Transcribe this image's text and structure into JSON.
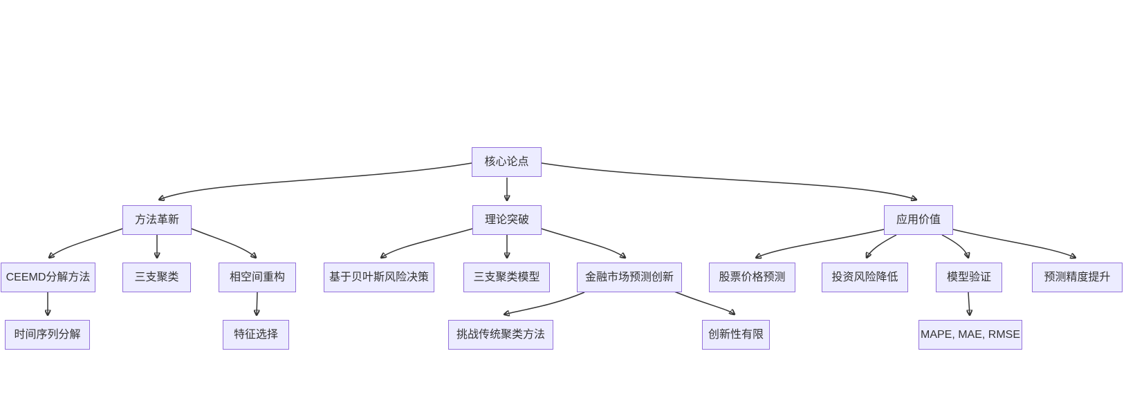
{
  "diagram": {
    "type": "flowchart",
    "direction": "top-down",
    "colors": {
      "background": "#ffffff",
      "node_fill": "#ECECFF",
      "node_border": "#9370DB",
      "edge_line": "#333333",
      "text": "#333333"
    },
    "nodes": [
      {
        "id": "core-thesis",
        "label": "核心论点",
        "level": 1
      },
      {
        "id": "method-innovation",
        "label": "方法革新",
        "level": 2
      },
      {
        "id": "theoretical-breakthrough",
        "label": "理论突破",
        "level": 2
      },
      {
        "id": "application-value",
        "label": "应用价值",
        "level": 2
      },
      {
        "id": "ceemd-decomposition",
        "label": "CEEMD分解方法",
        "level": 3
      },
      {
        "id": "three-way-clustering",
        "label": "三支聚类",
        "level": 3
      },
      {
        "id": "phase-space-reconstruction",
        "label": "相空间重构",
        "level": 3
      },
      {
        "id": "bayesian-risk-decision",
        "label": "基于贝叶斯风险决策",
        "level": 3
      },
      {
        "id": "three-way-clustering-model",
        "label": "三支聚类模型",
        "level": 3
      },
      {
        "id": "financial-market-forecast-innovation",
        "label": "金融市场预测创新",
        "level": 3
      },
      {
        "id": "stock-price-prediction",
        "label": "股票价格预测",
        "level": 3
      },
      {
        "id": "investment-risk-reduction",
        "label": "投资风险降低",
        "level": 3
      },
      {
        "id": "model-validation",
        "label": "模型验证",
        "level": 3
      },
      {
        "id": "forecast-accuracy-improvement",
        "label": "预测精度提升",
        "level": 3
      },
      {
        "id": "time-series-decomposition",
        "label": "时间序列分解",
        "level": 4
      },
      {
        "id": "feature-selection",
        "label": "特征选择",
        "level": 4
      },
      {
        "id": "challenge-traditional-clustering",
        "label": "挑战传统聚类方法",
        "level": 4
      },
      {
        "id": "limited-novelty",
        "label": "创新性有限",
        "level": 4
      },
      {
        "id": "mape-mae-rmse",
        "label": "MAPE, MAE, RMSE",
        "level": 4
      }
    ],
    "edges": [
      {
        "from": "core-thesis",
        "to": "method-innovation"
      },
      {
        "from": "core-thesis",
        "to": "theoretical-breakthrough"
      },
      {
        "from": "core-thesis",
        "to": "application-value"
      },
      {
        "from": "method-innovation",
        "to": "ceemd-decomposition"
      },
      {
        "from": "method-innovation",
        "to": "three-way-clustering"
      },
      {
        "from": "method-innovation",
        "to": "phase-space-reconstruction"
      },
      {
        "from": "ceemd-decomposition",
        "to": "time-series-decomposition"
      },
      {
        "from": "phase-space-reconstruction",
        "to": "feature-selection"
      },
      {
        "from": "theoretical-breakthrough",
        "to": "bayesian-risk-decision"
      },
      {
        "from": "theoretical-breakthrough",
        "to": "three-way-clustering-model"
      },
      {
        "from": "theoretical-breakthrough",
        "to": "financial-market-forecast-innovation"
      },
      {
        "from": "financial-market-forecast-innovation",
        "to": "challenge-traditional-clustering"
      },
      {
        "from": "financial-market-forecast-innovation",
        "to": "limited-novelty"
      },
      {
        "from": "application-value",
        "to": "stock-price-prediction"
      },
      {
        "from": "application-value",
        "to": "investment-risk-reduction"
      },
      {
        "from": "application-value",
        "to": "model-validation"
      },
      {
        "from": "application-value",
        "to": "forecast-accuracy-improvement"
      },
      {
        "from": "model-validation",
        "to": "mape-mae-rmse"
      }
    ]
  }
}
